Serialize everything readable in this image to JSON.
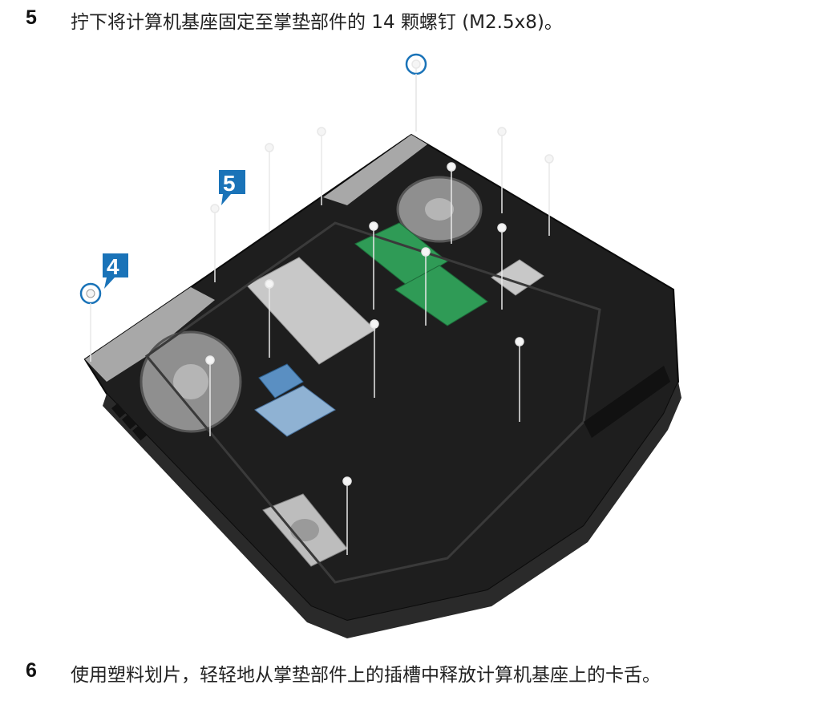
{
  "steps": [
    {
      "number": "5",
      "text": "拧下将计算机基座固定至掌垫部件的 14 颗螺钉 (M2.5x8)。"
    },
    {
      "number": "6",
      "text": "使用塑料划片，轻轻地从掌垫部件上的插槽中释放计算机基座上的卡舌。"
    }
  ],
  "figure": {
    "callouts": [
      "5",
      "4"
    ],
    "colors": {
      "callout": "#1a73b8",
      "chassis": "#1e1e1e",
      "hinge": "#a8a8a8",
      "board": "#2f9b56",
      "ssd": "#c8c8c8"
    }
  }
}
